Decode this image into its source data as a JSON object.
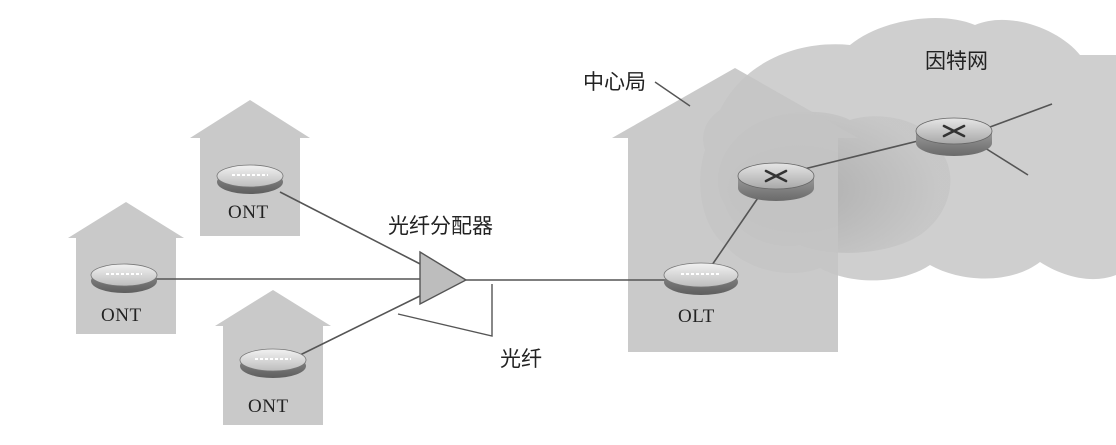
{
  "diagram": {
    "ont_label": "ONT",
    "olt_label": "OLT",
    "central_office_label": "中心局",
    "internet_label": "因特网",
    "splitter_label": "光纤分配器",
    "fiber_label": "光纤"
  },
  "colors": {
    "house": "#c8c8c8",
    "cloud": "#cdcdcd",
    "cloud_inner": "#b4b4b4",
    "line": "#555555",
    "device_body": "#8a8a8a",
    "router_body": "#9a9a9a"
  }
}
